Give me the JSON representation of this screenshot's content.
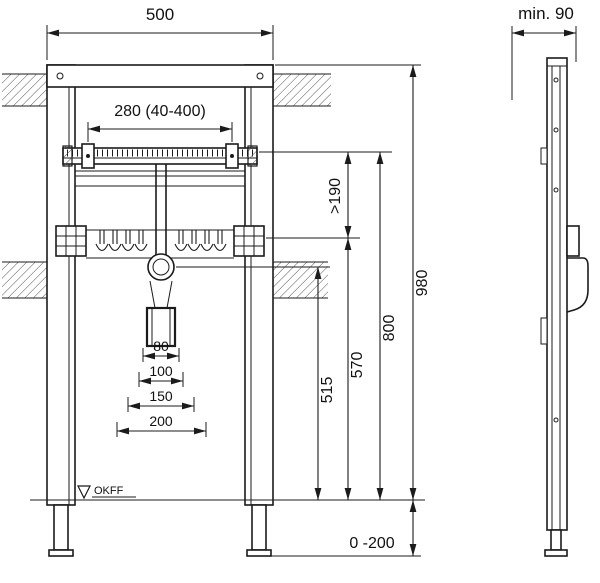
{
  "drawing": {
    "kind": "installation-frame-technical-drawing",
    "line_color": "#1b1b1b",
    "background": "#ffffff"
  },
  "dims": {
    "width": "500",
    "rail_range": "280 (40-400)",
    "min_depth": "min. 90",
    "rail_clearance": ">190",
    "frame_height": "980",
    "rail_height": "800",
    "water_height": "570",
    "drain_height": "515",
    "drain_w1": "80",
    "drain_w2": "100",
    "drain_w3": "150",
    "drain_w4": "200",
    "leg_adjust": "0 -200",
    "floor_label": "OKFF"
  }
}
